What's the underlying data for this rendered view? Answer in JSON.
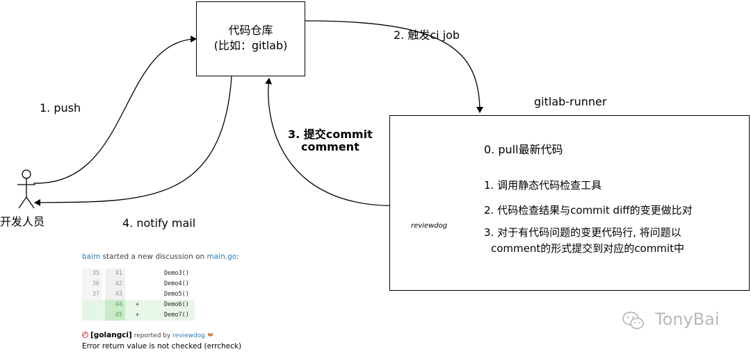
{
  "repo": {
    "line1": "代码仓库",
    "line2": "(比如：gitlab)"
  },
  "developer": {
    "label": "开发人员"
  },
  "edges": {
    "push": "1. push",
    "trigger": "2. 触发ci job",
    "commit_comment_line1": "3. 提交commit",
    "commit_comment_line2": "comment",
    "notify": "4. notify mail"
  },
  "runner": {
    "title": "gitlab-runner",
    "pull": "0. pull最新代码",
    "logo_text": "reviewdog",
    "steps": [
      "1. 调用静态代码检查工具",
      "2. 代码检查结果与commit diff的变更做比对",
      "3. 对于有代码问题的变更代码行, 将问题以",
      "comment的形式提交到对应的commit中"
    ]
  },
  "snippet": {
    "user": "baim",
    "action": " started a new discussion on ",
    "file": "main.go",
    "colon": ":",
    "rows": [
      {
        "old": "35",
        "new": "41",
        "marker": "",
        "code": "Demo3()",
        "added": false
      },
      {
        "old": "36",
        "new": "42",
        "marker": "",
        "code": "Demo4()",
        "added": false
      },
      {
        "old": "37",
        "new": "43",
        "marker": "",
        "code": "Demo5()",
        "added": false
      },
      {
        "old": "",
        "new": "44",
        "marker": "+",
        "code": "Demo6()",
        "added": true
      },
      {
        "old": "",
        "new": "45",
        "marker": "+",
        "code": "Demo7()",
        "added": true
      }
    ],
    "tag": "[golangci]",
    "reported_by": " reported by ",
    "reporter": "reviewdog",
    "message": "Error return value is not checked (errcheck)"
  },
  "watermark": {
    "text": "TonyBai"
  },
  "colors": {
    "snippet_link": "#2a7ab8",
    "added_row": "#e8f7e8",
    "watermark": "#b8b8b8"
  },
  "icons": [
    "stick-figure-icon",
    "reviewdog-logo-icon",
    "no-entry-icon",
    "dog-emoji-icon",
    "wechat-icon"
  ]
}
